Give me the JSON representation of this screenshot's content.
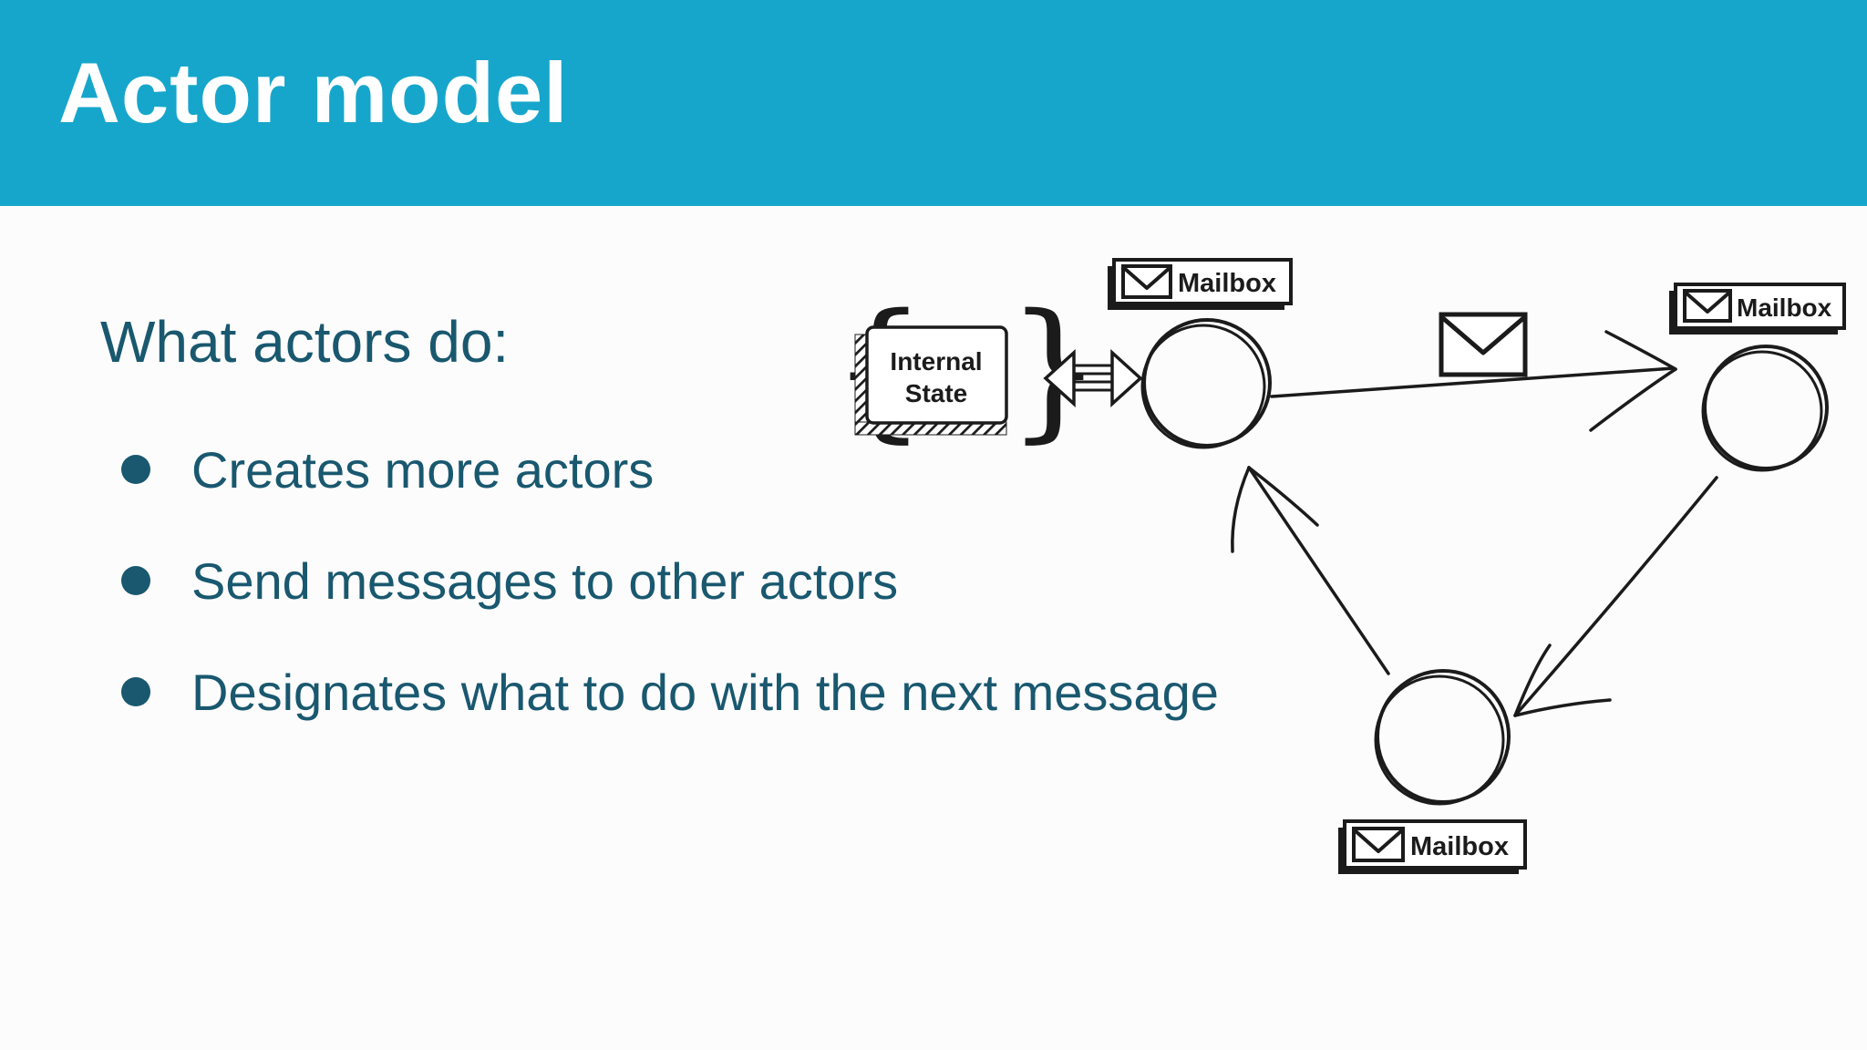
{
  "slide": {
    "title": "Actor model",
    "heading": "What actors do:",
    "bullets": [
      "Creates more actors",
      "Send messages to other actors",
      "Designates what to do with the next message"
    ]
  },
  "diagram": {
    "mailbox_label": "Mailbox",
    "internal_state_line1": "Internal",
    "internal_state_line2": "State",
    "left_brace": "{",
    "right_brace": "}"
  },
  "colors": {
    "header_bg": "#17a6cb",
    "title_text": "#ffffff",
    "body_text": "#19586f",
    "diagram_ink": "#1b1b1b",
    "background": "#fcfcfc"
  }
}
